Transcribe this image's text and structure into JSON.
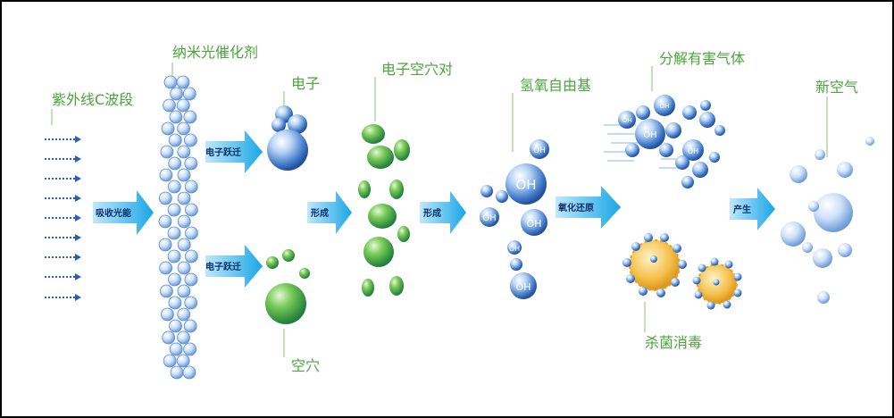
{
  "labels": {
    "uv": "紫外线C波段",
    "catalyst": "纳米光催化剂",
    "electron": "电子",
    "hole": "空穴",
    "pair": "电子空穴对",
    "radical": "氢氧自由基",
    "decompose": "分解有害气体",
    "sterilize": "杀菌消毒",
    "fresh_air": "新空气"
  },
  "arrows": {
    "absorb": "吸收光能",
    "jump_top": "电子跃迁",
    "jump_bottom": "电子跃迁",
    "form1": "形成",
    "form2": "形成",
    "redox": "氧化还原",
    "produce": "产生"
  },
  "molecule_label": "OH",
  "colors": {
    "label_green": "#4aa63c",
    "arrow_blue": "#1aa6e6",
    "arrow_text": "#0d2f6a",
    "bubble_blue": "#4a7fcf",
    "hole_green": "#37a348",
    "bacteria_orange": "#f0a92c"
  }
}
